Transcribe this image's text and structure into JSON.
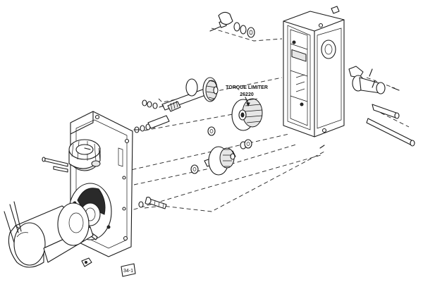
{
  "callout": {
    "title": "TORQUE LIMITER",
    "part_number": "26220"
  },
  "figure_ref": "34-1"
}
